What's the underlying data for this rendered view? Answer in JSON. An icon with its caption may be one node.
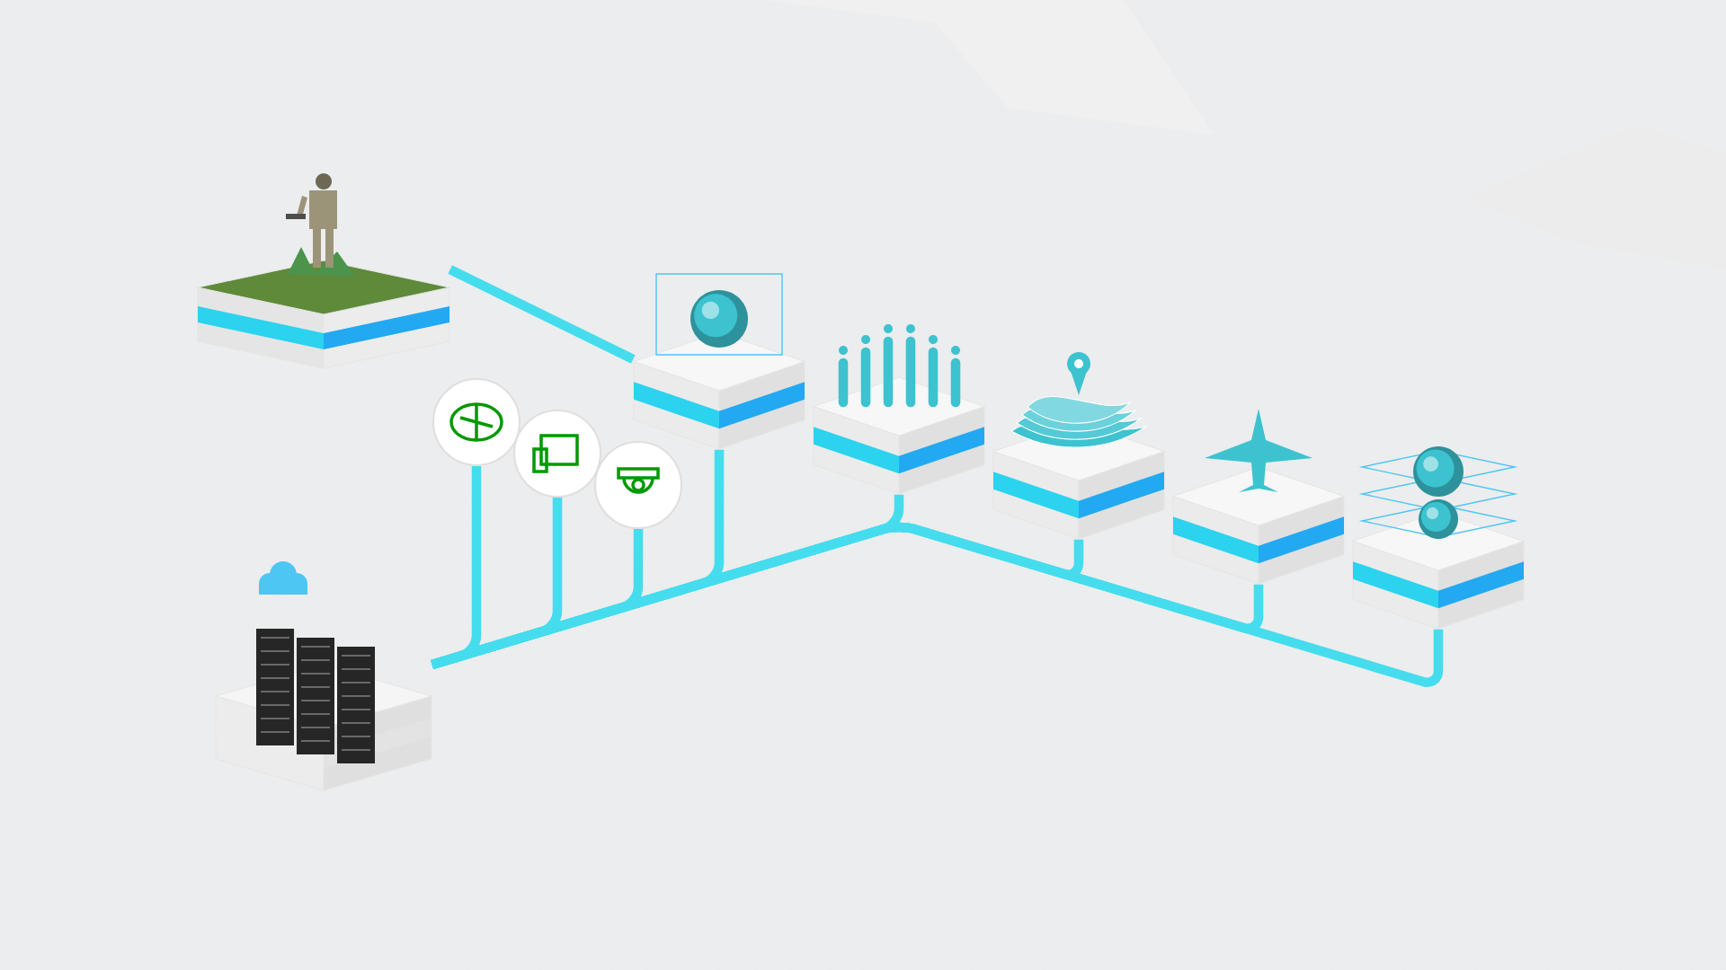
{
  "diagram": {
    "nodes": [
      {
        "text": [],
        "shape": "picture"
      },
      {
        "text": [],
        "shape": "picture"
      },
      {
        "text": [],
        "shape": "circle"
      },
      {
        "text": [],
        "shape": "circle"
      },
      {
        "text": [],
        "shape": "circle"
      },
      {
        "text": [],
        "shape": "block"
      },
      {
        "text": [],
        "shape": "block"
      },
      {
        "text": [],
        "shape": "block"
      },
      {
        "text": [],
        "shape": "block"
      },
      {
        "text": [],
        "shape": "block"
      }
    ],
    "edges": [
      {
        "from": 0,
        "to": 5,
        "arrow": "none"
      },
      {
        "from": 1,
        "to": 5,
        "arrow": "none"
      },
      {
        "from": 1,
        "to": 6,
        "arrow": "none"
      },
      {
        "from": 1,
        "to": 7,
        "arrow": "none"
      },
      {
        "from": 1,
        "to": 8,
        "arrow": "none"
      },
      {
        "from": 1,
        "to": 9,
        "arrow": "none"
      },
      {
        "from": 2,
        "to": 1,
        "arrow": "none"
      },
      {
        "from": 3,
        "to": 1,
        "arrow": "none"
      },
      {
        "from": 4,
        "to": 1,
        "arrow": "none"
      }
    ]
  }
}
